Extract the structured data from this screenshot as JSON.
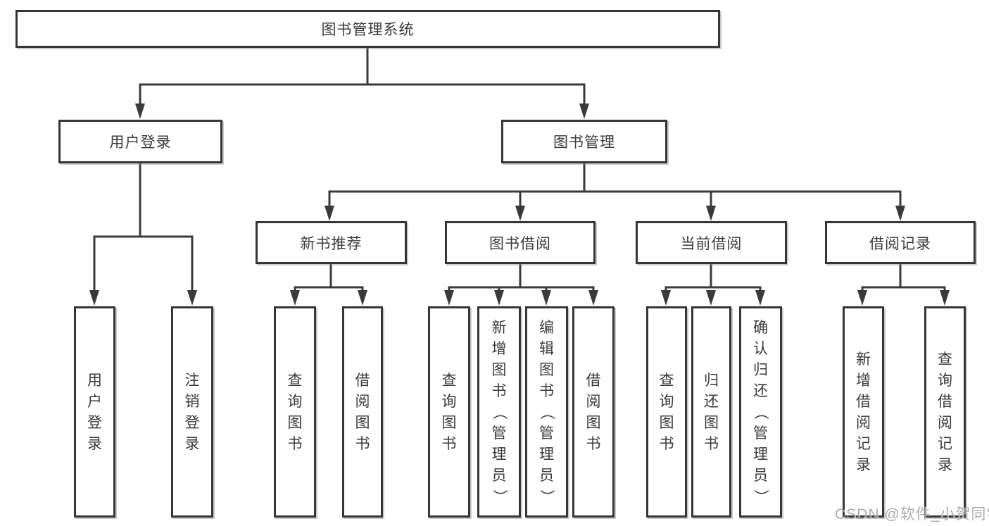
{
  "tree": {
    "label": "图书管理系统",
    "children": [
      {
        "label": "用户登录",
        "children": [
          {
            "label": "用户登录"
          },
          {
            "label": "注销登录"
          }
        ]
      },
      {
        "label": "图书管理",
        "children": [
          {
            "label": "新书推荐",
            "children": [
              {
                "label": "查询图书"
              },
              {
                "label": "借阅图书"
              }
            ]
          },
          {
            "label": "图书借阅",
            "children": [
              {
                "label": "查询图书"
              },
              {
                "label": "新增图书（管理员）"
              },
              {
                "label": "编辑图书（管理员）"
              },
              {
                "label": "借阅图书"
              }
            ]
          },
          {
            "label": "当前借阅",
            "children": [
              {
                "label": "查询图书"
              },
              {
                "label": "归还图书"
              },
              {
                "label": "确认归还（管理员）"
              }
            ]
          },
          {
            "label": "借阅记录",
            "children": [
              {
                "label": "新增借阅记录"
              },
              {
                "label": "查询借阅记录"
              }
            ]
          }
        ]
      }
    ]
  },
  "watermark": "CSDN @软件_小贺同学",
  "colors": {
    "line": "#3a3a3a",
    "box_border": "#363636",
    "text": "#3a3a3a",
    "watermark": "#9e9e9e",
    "background": "#ffffff"
  }
}
